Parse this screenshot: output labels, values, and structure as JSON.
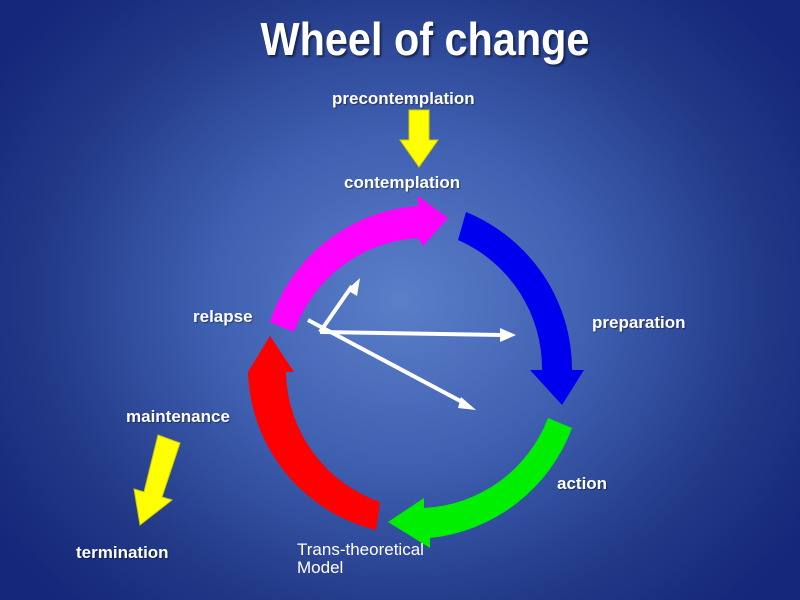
{
  "title": "Wheel of change",
  "stages": {
    "precontemplation": "precontemplation",
    "contemplation": "contemplation",
    "preparation": "preparation",
    "action": "action",
    "relapse": "relapse",
    "maintenance": "maintenance",
    "termination": "termination"
  },
  "model_label": {
    "line1": "Trans-theoretical",
    "line2": "Model"
  },
  "colors": {
    "relapse_arc": "#ff00ff",
    "contemplation_arc": "#0000ee",
    "action_arc": "#00ee00",
    "maintenance_arc": "#ff0000",
    "entry_arrows": "#ffff00",
    "pointers": "#ffffff"
  }
}
